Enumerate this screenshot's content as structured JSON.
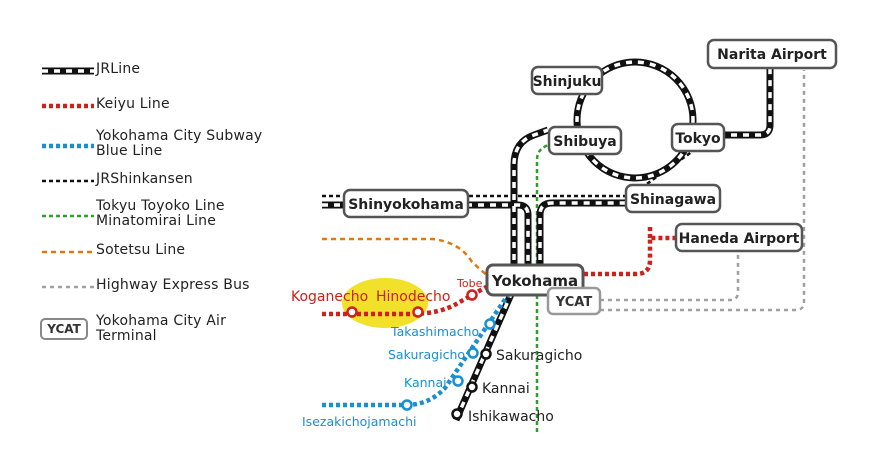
{
  "legend": {
    "jr_line": "JRLine",
    "keiyu_line": "Keiyu Line",
    "subway_blue_line": "Yokohama City Subway\nBlue Line",
    "jr_shinkansen": "JRShinkansen",
    "tokyu_line": "Tokyu Toyoko Line\nMinatomirai Line",
    "sotetsu_line": "Sotetsu Line",
    "highway_bus": "Highway Express Bus",
    "ycat_badge": "YCAT",
    "ycat_label": "Yokohama City Air\nTerminal"
  },
  "stations": {
    "narita_airport": "Narita Airport",
    "shinjuku": "Shinjuku",
    "shibuya": "Shibuya",
    "tokyo": "Tokyo",
    "shinagawa": "Shinagawa",
    "shinyokohama": "Shinyokohama",
    "haneda_airport": "Haneda Airport",
    "yokohama": "Yokohama",
    "ycat": "YCAT",
    "tobe": "Tobe",
    "koganecho": "Koganecho",
    "hinodecho": "Hinodecho",
    "takashimacho": "Takashimacho",
    "sakuragicho_blue": "Sakuragicho",
    "sakuragicho_jr": "Sakuragicho",
    "kannai_blue": "Kannai",
    "kannai_jr": "Kannai",
    "isezakichojamachi": "Isezakichojamachi",
    "ishikawacho": "Ishikawacho"
  },
  "colors": {
    "jr": "#111111",
    "keiyu": "#d0201a",
    "subway_blue": "#1a8fd0",
    "tokyu": "#2f9e2f",
    "sotetsu": "#e07a10",
    "bus": "#a0a0a0",
    "highlight": "#f2e12a",
    "station_border": "#555555",
    "ycat_border": "#999999"
  }
}
